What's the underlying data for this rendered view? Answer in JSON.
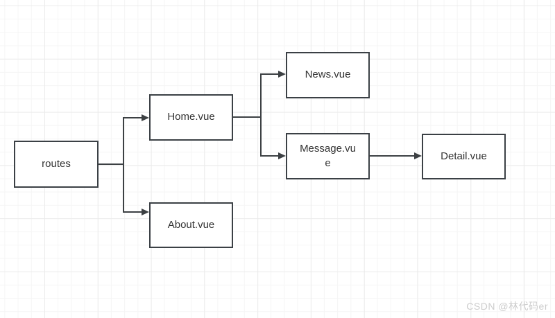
{
  "diagram": {
    "nodes": [
      {
        "id": "routes",
        "label": "routes"
      },
      {
        "id": "home",
        "label": "Home.vue"
      },
      {
        "id": "about",
        "label": "About.vue"
      },
      {
        "id": "news",
        "label": "News.vue"
      },
      {
        "id": "message",
        "label": "Message.vue"
      },
      {
        "id": "detail",
        "label": "Detail.vue"
      }
    ],
    "edges": [
      {
        "from": "routes",
        "to": "home"
      },
      {
        "from": "routes",
        "to": "about"
      },
      {
        "from": "home",
        "to": "news"
      },
      {
        "from": "home",
        "to": "message"
      },
      {
        "from": "message",
        "to": "detail"
      }
    ],
    "colors": {
      "node_border": "#3b4045",
      "node_fill": "#ffffff",
      "edge": "#3c4043",
      "text": "#333333",
      "grid_minor": "#f5f5f5",
      "grid_major": "#ebebeb",
      "background": "#ffffff"
    }
  },
  "watermark": {
    "text": "CSDN @林代码er",
    "color": "#cccccc"
  }
}
